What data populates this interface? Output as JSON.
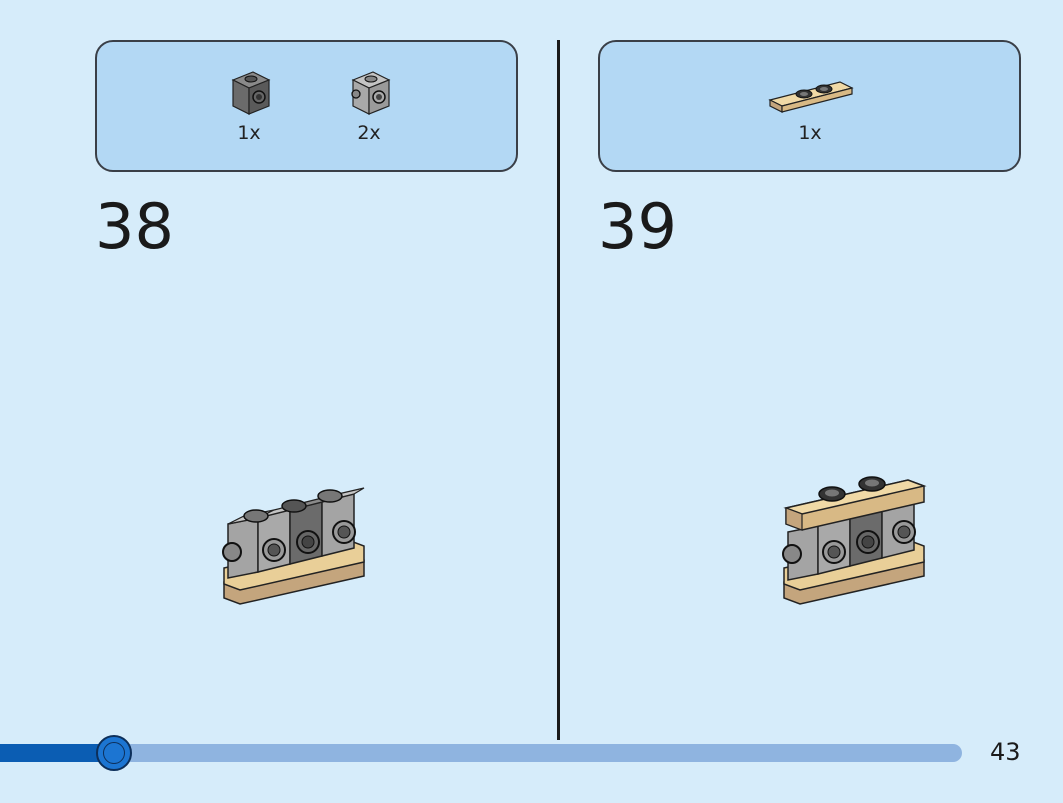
{
  "colors": {
    "background": "#d6ecfa",
    "parts_box": "#b3d8f4",
    "progress_fill": "#0b5db3",
    "progress_track": "#8fb4e0",
    "tan": "#e9cf98",
    "dark_tan": "#c4a57d",
    "dark_gray": "#6b6b6b",
    "light_gray": "#a4a4a4"
  },
  "steps": [
    {
      "number": "38",
      "parts": [
        {
          "icon": "dark-gray-brick-1x1-side-stud",
          "quantity": "1x"
        },
        {
          "icon": "light-gray-brick-1x1-side-studs",
          "quantity": "2x"
        }
      ]
    },
    {
      "number": "39",
      "parts": [
        {
          "icon": "tan-plate-1x2-with-jumper",
          "quantity": "1x"
        }
      ]
    }
  ],
  "progress": {
    "fraction": 0.118
  },
  "page_number": "43"
}
